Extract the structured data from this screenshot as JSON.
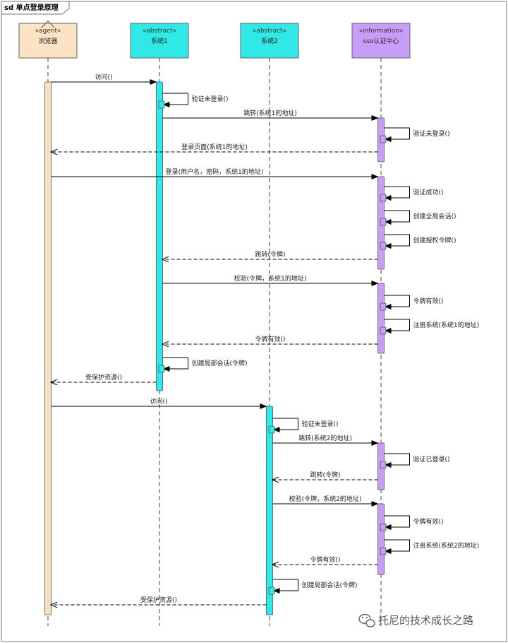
{
  "frame": {
    "title": "sd 单点登录原理"
  },
  "lifelines": [
    {
      "id": "browser",
      "stereotype": "«agent»",
      "name": "浏览器",
      "color": "#fbe3c3",
      "bar": "#f7dfc0"
    },
    {
      "id": "sys1",
      "stereotype": "«abstract»",
      "name": "系统1",
      "color": "#30e8e5",
      "bar": "#30e8e5"
    },
    {
      "id": "sys2",
      "stereotype": "«abstract»",
      "name": "系统2",
      "color": "#30e8e5",
      "bar": "#30e8e5"
    },
    {
      "id": "sso",
      "stereotype": "«information»",
      "name": "sso认证中心",
      "color": "#c79df7",
      "bar": "#c79df7"
    }
  ],
  "messages": [
    {
      "from": "browser",
      "to": "sys1",
      "label": "访问()",
      "style": "solid"
    },
    {
      "from": "sys1",
      "to": "sys1",
      "label": "验证未登录()",
      "style": "self"
    },
    {
      "from": "sys1",
      "to": "sso",
      "label": "跳转(系统1的地址)",
      "style": "solid"
    },
    {
      "from": "sso",
      "to": "sso",
      "label": "验证未登录()",
      "style": "self"
    },
    {
      "from": "sso",
      "to": "browser",
      "label": "登录页面(系统1的地址)",
      "style": "dashed"
    },
    {
      "from": "browser",
      "to": "sso",
      "label": "登录(用户名，密码，系统1的地址)",
      "style": "solid"
    },
    {
      "from": "sso",
      "to": "sso",
      "label": "验证成功()",
      "style": "self"
    },
    {
      "from": "sso",
      "to": "sso",
      "label": "创建全局会话()",
      "style": "self"
    },
    {
      "from": "sso",
      "to": "sso",
      "label": "创建授权令牌()",
      "style": "self"
    },
    {
      "from": "sso",
      "to": "sys1",
      "label": "跳转(令牌)",
      "style": "dashed"
    },
    {
      "from": "sys1",
      "to": "sso",
      "label": "校验(令牌，系统1的地址)",
      "style": "solid"
    },
    {
      "from": "sso",
      "to": "sso",
      "label": "令牌有效()",
      "style": "self"
    },
    {
      "from": "sso",
      "to": "sso",
      "label": "注册系统(系统1的地址)",
      "style": "self"
    },
    {
      "from": "sso",
      "to": "sys1",
      "label": "令牌有效()",
      "style": "dashed"
    },
    {
      "from": "sys1",
      "to": "sys1",
      "label": "创建局部会话(令牌)",
      "style": "self"
    },
    {
      "from": "sys1",
      "to": "browser",
      "label": "受保护资源()",
      "style": "dashed"
    },
    {
      "from": "browser",
      "to": "sys2",
      "label": "访问()",
      "style": "solid"
    },
    {
      "from": "sys2",
      "to": "sys2",
      "label": "验证未登录()",
      "style": "self"
    },
    {
      "from": "sys2",
      "to": "sso",
      "label": "跳转(系统2的地址)",
      "style": "solid"
    },
    {
      "from": "sso",
      "to": "sso",
      "label": "验证已登录()",
      "style": "self"
    },
    {
      "from": "sso",
      "to": "sys2",
      "label": "跳转(令牌)",
      "style": "dashed"
    },
    {
      "from": "sys2",
      "to": "sso",
      "label": "校验(令牌，系统2的地址)",
      "style": "solid"
    },
    {
      "from": "sso",
      "to": "sso",
      "label": "令牌有效()",
      "style": "self"
    },
    {
      "from": "sso",
      "to": "sso",
      "label": "注册系统(系统2的地址)",
      "style": "self"
    },
    {
      "from": "sso",
      "to": "sys2",
      "label": "令牌有效()",
      "style": "dashed"
    },
    {
      "from": "sys2",
      "to": "sys2",
      "label": "创建局部会话(令牌)",
      "style": "self"
    },
    {
      "from": "sys2",
      "to": "browser",
      "label": "受保护资源()",
      "style": "dashed"
    }
  ],
  "watermark": {
    "text": "托尼的技术成长之路",
    "icon": "wechat-icon"
  }
}
